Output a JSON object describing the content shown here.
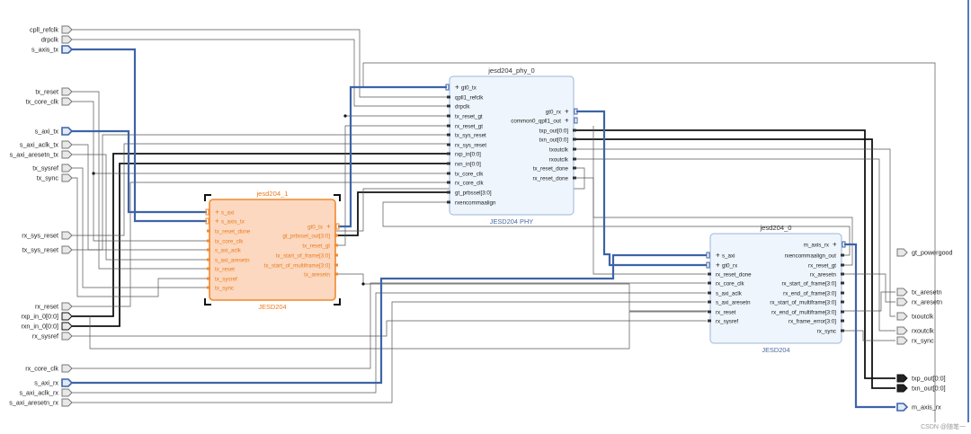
{
  "colors": {
    "wire": "#3a3a3a",
    "bus": "#3e63a8",
    "block_fill": "#eef5fd",
    "block_border": "#9db6d8",
    "sel_fill": "#fbd8bf",
    "sel_border": "#f2892f",
    "sel_text": "#ee7a1f",
    "title_text": "#333333",
    "subtitle_text": "#4a6aa3"
  },
  "ports_left": [
    "cpll_refclk",
    "drpclk",
    "s_axis_tx",
    "tx_reset",
    "tx_core_clk",
    "s_axi_tx",
    "s_axi_aclk_tx",
    "s_axi_aresetn_tx",
    "tx_sysref",
    "tx_sync",
    "rx_sys_reset",
    "tx_sys_reset",
    "rx_reset",
    "rxp_in_0[0:0]",
    "rxn_in_0[0:0]",
    "rx_sysref",
    "rx_core_clk",
    "s_axi_rx",
    "s_axi_aclk_rx",
    "s_axi_aresetn_rx"
  ],
  "ports_right": [
    "gt_powergood",
    "tx_aresetn",
    "rx_aresetn",
    "txoutclk",
    "rxoutclk",
    "rx_sync",
    "txp_out[0:0]",
    "txn_out[0:0]",
    "m_axis_rx"
  ],
  "blocks": {
    "tx": {
      "title": "jesd204_1",
      "subtitle": "JESD204",
      "inputs": [
        "s_axi",
        "s_axis_tx",
        "tx_reset_done",
        "tx_core_clk",
        "s_axi_aclk",
        "s_axi_aresetn",
        "tx_reset",
        "tx_sysref",
        "tx_sync"
      ],
      "outputs": [
        "gt0_tx",
        "gt_prbssel_out[3:0]",
        "tx_reset_gt",
        "tx_start_of_frame[3:0]",
        "tx_start_of_multiframe[3:0]",
        "tx_aresetn"
      ]
    },
    "phy": {
      "title": "jesd204_phy_0",
      "subtitle": "JESD204 PHY",
      "inputs": [
        "gt0_tx",
        "qpll1_refclk",
        "drpclk",
        "tx_reset_gt",
        "rx_reset_gt",
        "tx_sys_reset",
        "rx_sys_reset",
        "rxp_in[0:0]",
        "rxn_in[0:0]",
        "tx_core_clk",
        "rx_core_clk",
        "gt_prbssel[3:0]",
        "rxencommaalign"
      ],
      "outputs": [
        "gt0_rx",
        "common0_qpll1_out",
        "txp_out[0:0]",
        "txn_out[0:0]",
        "txoutclk",
        "rxoutclk",
        "tx_reset_done",
        "rx_reset_done"
      ]
    },
    "rx": {
      "title": "jesd204_0",
      "subtitle": "JESD204",
      "inputs": [
        "s_axi",
        "gt0_rx",
        "rx_reset_done",
        "rx_core_clk",
        "s_axi_aclk",
        "s_axi_aresetn",
        "rx_reset",
        "rx_sysref"
      ],
      "outputs": [
        "m_axis_rx",
        "rxencommaalign_out",
        "rx_reset_gt",
        "rx_aresetn",
        "rx_start_of_frame[3:0]",
        "rx_end_of_frame[3:0]",
        "rx_start_of_multiframe[3:0]",
        "rx_end_of_multiframe[3:0]",
        "rx_frame_error[3:0]",
        "rx_sync"
      ]
    }
  },
  "watermark": "CSDN @随笔一"
}
